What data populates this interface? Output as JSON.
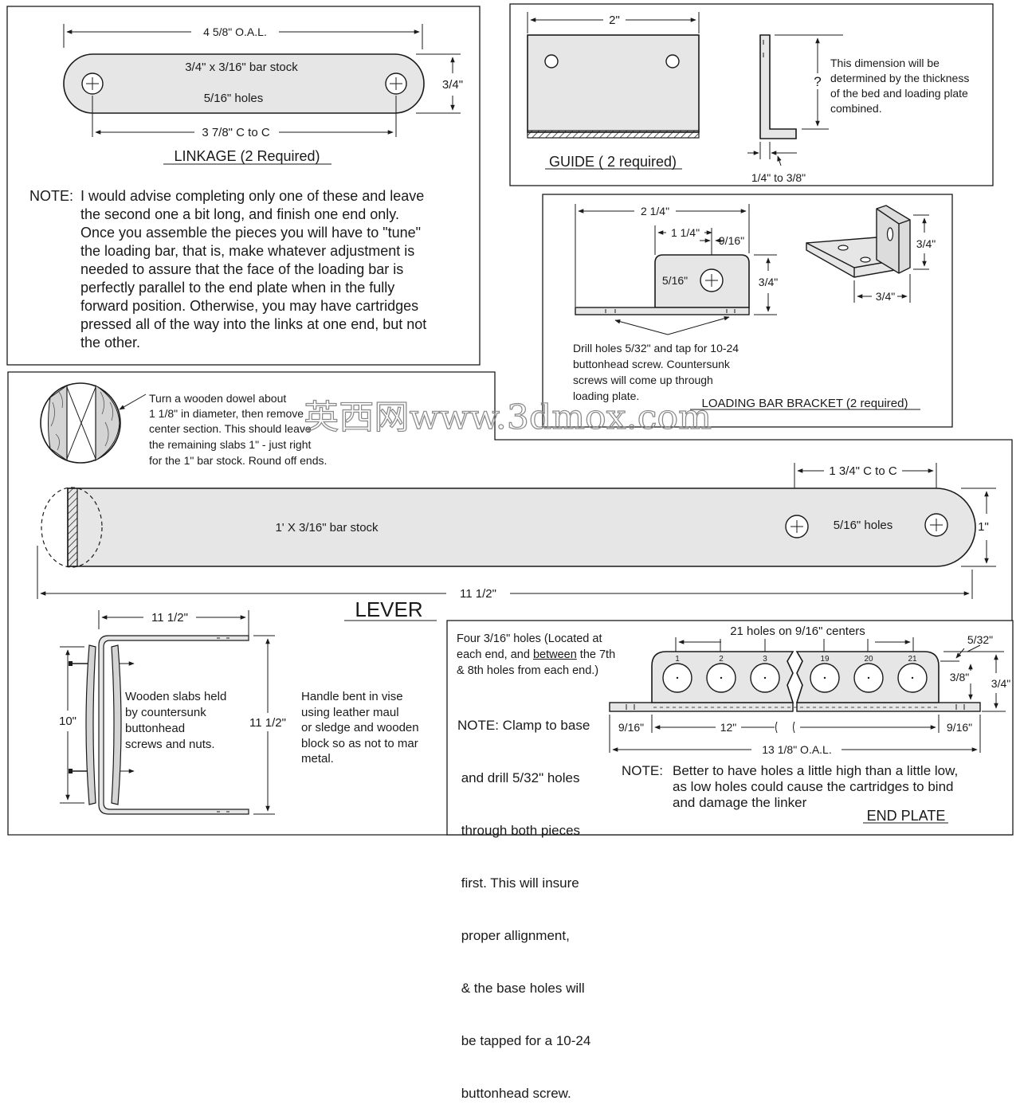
{
  "linkage": {
    "oal": "4 5/8\" O.A.L.",
    "stock": "3/4\" x 3/16\" bar stock",
    "holes": "5/16\" holes",
    "height": "3/4\"",
    "ctoc": "3 7/8\" C to C",
    "title": "LINKAGE (2 Required)",
    "note_label": "NOTE:",
    "note_lines": [
      "I would advise completing only one of these and leave",
      "the second one a bit long, and finish one end only.",
      "Once you assemble the pieces you will have to \"tune\"",
      "the loading bar, that is, make whatever adjustment is",
      "needed to assure that the face of the loading bar is",
      "perfectly parallel to the end plate when in the fully",
      "forward position. Otherwise, you may have cartridges",
      "pressed all of the way into the links at one end, but not",
      "the other."
    ]
  },
  "guide": {
    "width": "2\"",
    "question": "?",
    "note_lines": [
      "This dimension will be",
      "determined by the thickness",
      "of the bed and loading plate",
      "combined."
    ],
    "thickness": "1/4\" to 3/8\"",
    "title": "GUIDE ( 2 required)"
  },
  "bracket": {
    "length": "2 1/4\"",
    "offset": "1 1/4\"",
    "hole_offset": "9/16\"",
    "hole": "5/16\"",
    "height_side": "3/4\"",
    "iso_height": "3/4\"",
    "iso_width": "3/4\"",
    "note_lines": [
      "Drill holes 5/32\" and tap for 10-24",
      "buttonhead screw. Countersunk",
      "screws will come up through",
      "loading plate."
    ],
    "title": "LOADING BAR BRACKET (2 required)"
  },
  "watermark": "英西网www.3dmox.com",
  "dowel": {
    "note_lines": [
      "Turn a wooden dowel about",
      "1 1/8\" in diameter, then remove",
      "center section. This should leave",
      "the remaining slabs 1\"  - just right",
      "for the 1\" bar stock. Round off ends."
    ]
  },
  "lever": {
    "ctoc": "1 3/4\" C to C",
    "stock": "1' X 3/16\" bar stock",
    "holes": "5/16\" holes",
    "height": "1\"",
    "length": "11 1/2\"",
    "title": "LEVER"
  },
  "handle": {
    "top": "11 1/2\"",
    "left": "10\"",
    "right": "11 1/2\"",
    "slab_lines": [
      "Wooden slabs held",
      "by countersunk",
      "buttonhead",
      "screws and nuts."
    ],
    "bent_lines": [
      "Handle bent in vise",
      "using leather maul",
      "or sledge and wooden",
      "block so as not to mar",
      "metal."
    ]
  },
  "endplate": {
    "holes_note_lines": [
      "Four 3/16\" holes  (Located at",
      "each end, and between the 7th",
      "& 8th holes from each end.)"
    ],
    "holes_note_underline": "between",
    "clamp_lines": [
      "NOTE: Clamp to base",
      " and drill 5/32\" holes",
      " through both pieces",
      " first. This will insure",
      " proper allignment,",
      " & the base holes will",
      " be tapped for a 10-24",
      " buttonhead screw."
    ],
    "centers": "21 holes on 9/16\" centers",
    "hole_numbers": [
      "1",
      "2",
      "3",
      "19",
      "20",
      "21"
    ],
    "small_dim": "5/32\"",
    "mid_dim": "3/8\"",
    "height": "3/4\"",
    "left_dim": "9/16\"",
    "span": "12\"",
    "right_dim": "9/16\"",
    "oal": "13 1/8\" O.A.L.",
    "note_label": "NOTE:",
    "note_lines": [
      "Better to have holes a little high than a little low,",
      "as low holes could cause the cartridges to bind",
      "and damage the linker"
    ],
    "title": "END PLATE"
  }
}
